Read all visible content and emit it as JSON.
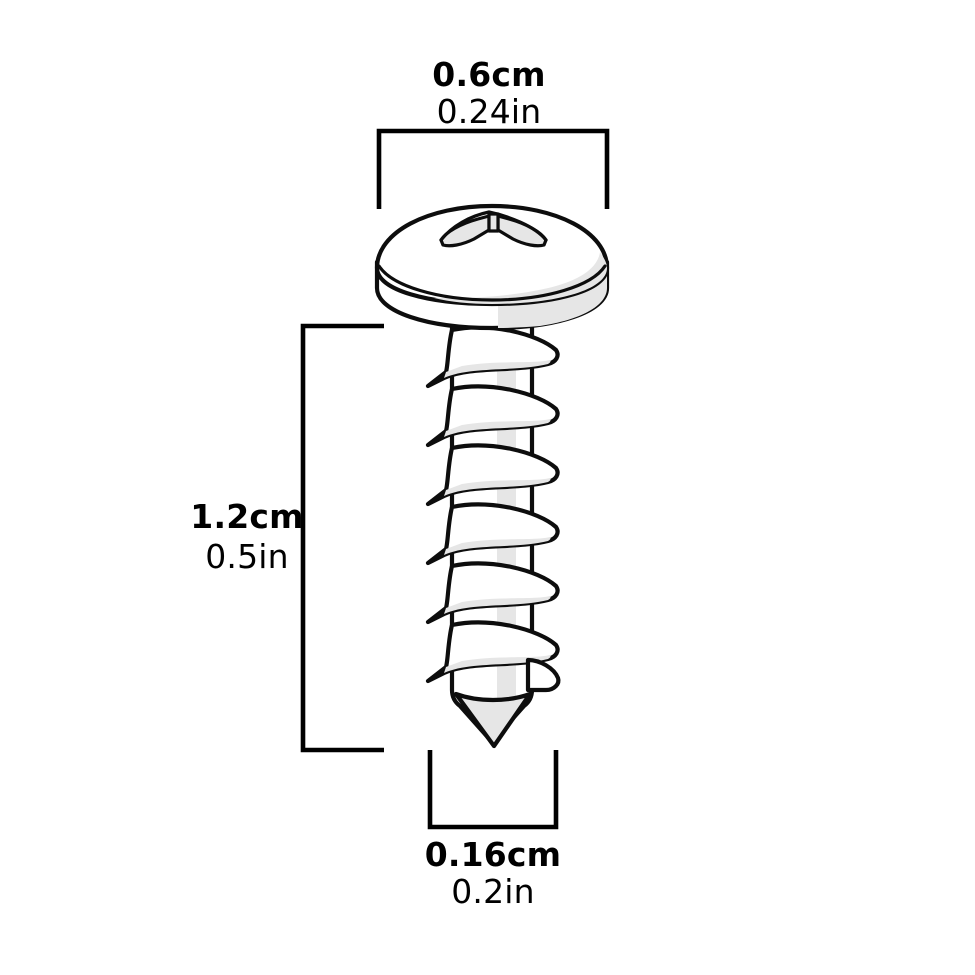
{
  "figure": {
    "subject": "screw-technical-drawing",
    "title": "Pan head self-tapping screw dimension drawing",
    "background_color": "#ffffff",
    "line_color": "#0d0d0d",
    "shade_color": "#e6e6e6"
  },
  "dimensions": {
    "head_width": {
      "label": "head-diameter",
      "cm": "0.6cm",
      "in": "0.24in",
      "orientation": "horizontal",
      "position": "top"
    },
    "length": {
      "label": "shank-length",
      "cm": "1.2cm",
      "in": "0.5in",
      "orientation": "vertical",
      "position": "left"
    },
    "shank_width": {
      "label": "thread-diameter",
      "cm": "0.16cm",
      "in": "0.2in",
      "orientation": "horizontal",
      "position": "bottom"
    }
  },
  "part": {
    "head_type": "pan-head",
    "drive_type": "phillips-cross-recess",
    "thread_turns": 7,
    "tip_type": "sharp-conical-point"
  }
}
